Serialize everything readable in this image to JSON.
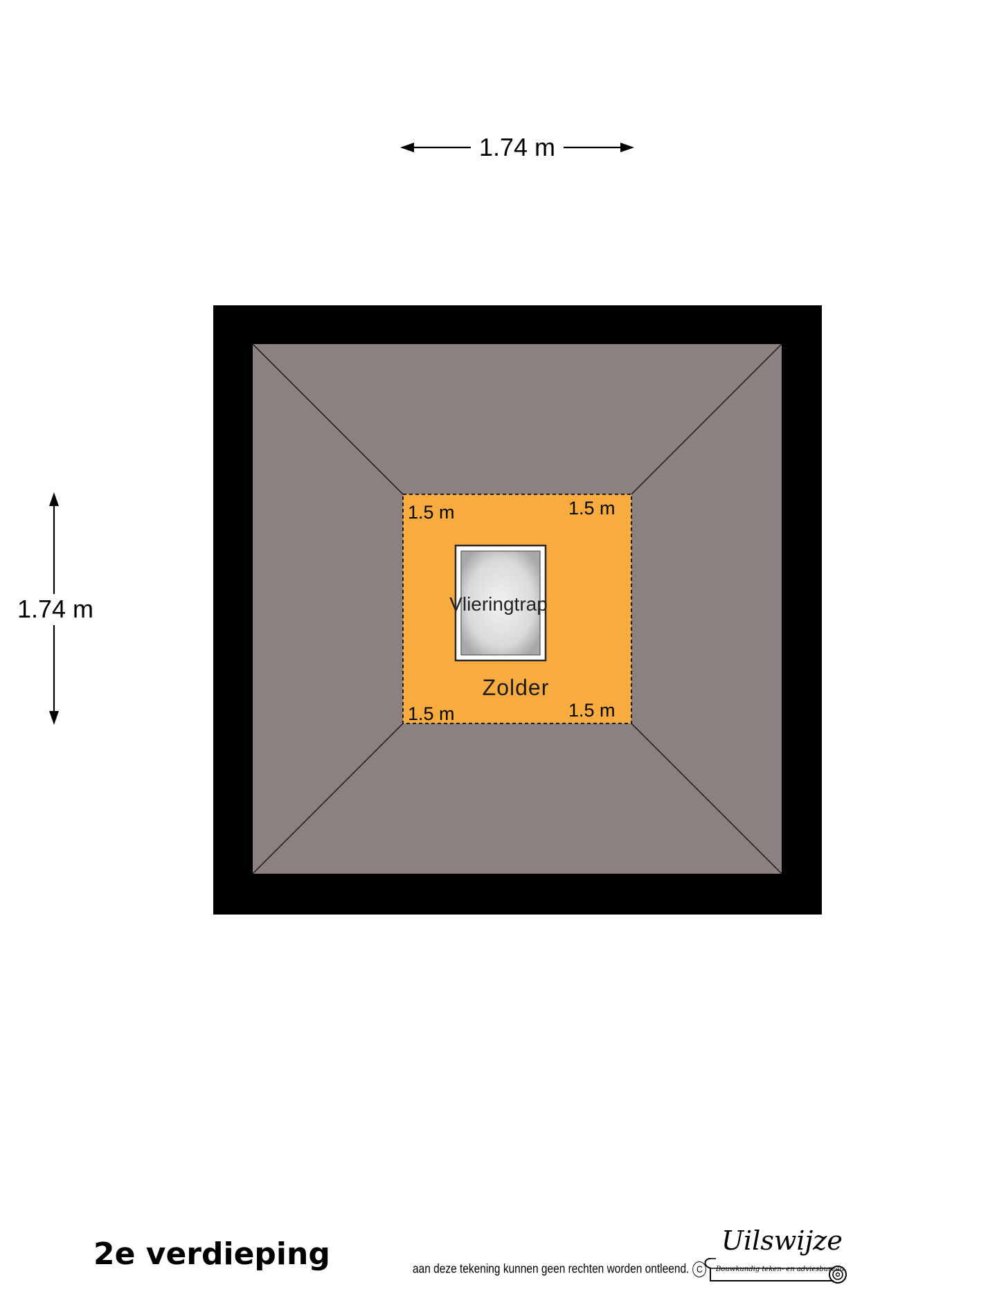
{
  "dimensions": {
    "width_label": "1.74 m",
    "height_label": "1.74 m"
  },
  "room": {
    "name": "Zolder",
    "corner_heights": [
      "1.5 m",
      "1.5 m",
      "1.5 m",
      "1.5 m"
    ],
    "stair_label": "Vlieringtrap"
  },
  "footer": {
    "floor_title": "2e verdieping",
    "disclaimer": "aan deze tekening kunnen geen rechten worden ontleend.",
    "copyright_symbol": "C",
    "logo_name": "Uilswijze",
    "logo_tagline": "Bouwkundig teken- en adviesbureau"
  },
  "colors": {
    "wall": "#000000",
    "roof": "#8d8080",
    "room_fill": "#f8ab3e",
    "stair_fill": "#d2d2d2"
  }
}
